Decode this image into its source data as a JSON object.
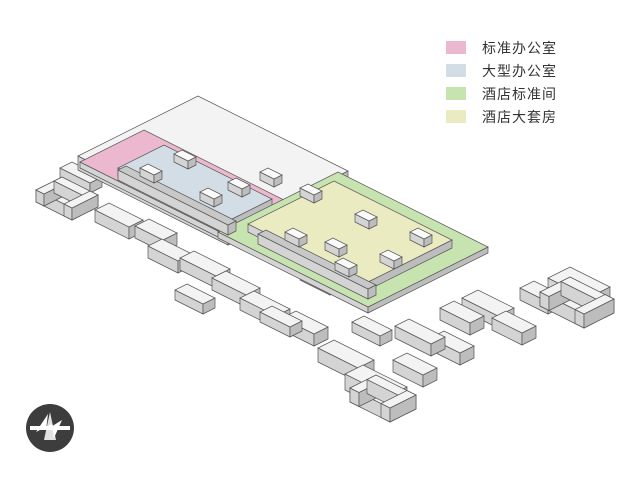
{
  "legend": {
    "items": [
      {
        "label": "标准办公室",
        "color": "#ecb8cf"
      },
      {
        "label": "大型办公室",
        "color": "#d2dde6"
      },
      {
        "label": "酒店标准间",
        "color": "#c6e3b0"
      },
      {
        "label": "酒店大套房",
        "color": "#ebebc1"
      }
    ]
  },
  "colors": {
    "block_top": "#f3f3f3",
    "block_side": "#d4d4d4",
    "block_side_dark": "#bdbdbd",
    "ring": "#c8c8c8",
    "compass": "#3d3d3d"
  },
  "icons": {
    "compass": "north-arrow-compass-icon"
  }
}
